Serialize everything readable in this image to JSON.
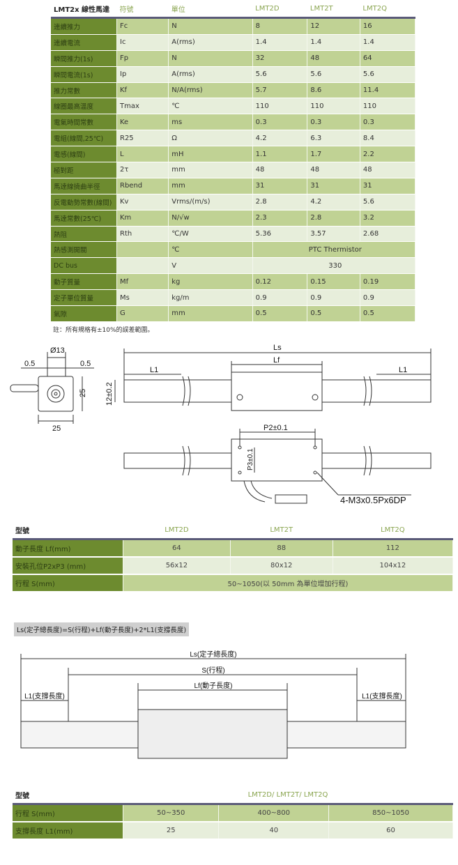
{
  "spec_table": {
    "headers": [
      "LMT2x 線性馬達",
      "符號",
      "單位",
      "LMT2D",
      "LMT2T",
      "LMT2Q"
    ],
    "rows": [
      [
        "連續推力",
        "Fc",
        "N",
        "8",
        "12",
        "16"
      ],
      [
        "連續電流",
        "Ic",
        "A(rms)",
        "1.4",
        "1.4",
        "1.4"
      ],
      [
        "瞬間推力(1s)",
        "Fp",
        "N",
        "32",
        "48",
        "64"
      ],
      [
        "瞬間電流(1s)",
        "Ip",
        "A(rms)",
        "5.6",
        "5.6",
        "5.6"
      ],
      [
        "推力常數",
        "Kf",
        "N/A(rms)",
        "5.7",
        "8.6",
        "11.4"
      ],
      [
        "線圈最高溫度",
        "Tmax",
        "℃",
        "110",
        "110",
        "110"
      ],
      [
        "電氣時間常數",
        "Ke",
        "ms",
        "0.3",
        "0.3",
        "0.3"
      ],
      [
        "電組(線間,25℃)",
        "R25",
        "Ω",
        "4.2",
        "6.3",
        "8.4"
      ],
      [
        "電感(線間)",
        "L",
        "mH",
        "1.1",
        "1.7",
        "2.2"
      ],
      [
        "極對距",
        "2τ",
        "mm",
        "48",
        "48",
        "48"
      ],
      [
        "馬達線撓曲半徑",
        "Rbend",
        "mm",
        "31",
        "31",
        "31"
      ],
      [
        "反電動勢常數(線間)",
        "Kv",
        "Vrms/(m/s)",
        "2.8",
        "4.2",
        "5.6"
      ],
      [
        "馬達常數(25℃)",
        "Km",
        "N/√w",
        "2.3",
        "2.8",
        "3.2"
      ],
      [
        "熱阻",
        "Rth",
        "℃/W",
        "5.36",
        "3.57",
        "2.68"
      ],
      [
        "熱感測開關",
        "",
        "℃",
        "PTC Thermistor"
      ],
      [
        "DC bus",
        "",
        "V",
        "330"
      ],
      [
        "動子質量",
        "Mf",
        "kg",
        "0.12",
        "0.15",
        "0.19"
      ],
      [
        "定子單位質量",
        "Ms",
        "kg/m",
        "0.9",
        "0.9",
        "0.9"
      ],
      [
        "氣隙",
        "G",
        "mm",
        "0.5",
        "0.5",
        "0.5"
      ]
    ],
    "note": "註：所有規格有±10%的誤差範圍。"
  },
  "drawing1": {
    "d13": "Ø13",
    "gap_l": "0.5",
    "gap_r": "0.5",
    "h25": "25",
    "w25": "25",
    "h12": "12±0.2",
    "ls": "Ls",
    "lf": "Lf",
    "l1a": "L1",
    "l1b": "L1",
    "p2": "P2±0.1",
    "p3": "P3±0.1",
    "screw": "4-M3x0.5Px6DP"
  },
  "model_table": {
    "headers": [
      "型號",
      "LMT2D",
      "LMT2T",
      "LMT2Q"
    ],
    "rows": [
      [
        "動子長度 Lf(mm)",
        "64",
        "88",
        "112"
      ],
      [
        "安裝孔位P2xP3 (mm)",
        "56x12",
        "80x12",
        "104x12"
      ],
      [
        "行程 S(mm)",
        "50~1050(以 50mm 為單位增加行程)"
      ]
    ]
  },
  "formula": "Ls(定子總長度)=S(行程)+Lf(動子長度)+2*L1(支撐長度)",
  "drawing2": {
    "ls": "Ls(定子總長度)",
    "s": "S(行程)",
    "lf": "Lf(動子長度)",
    "l1l": "L1(支撐長度)",
    "l1r": "L1(支撐長度)"
  },
  "stroke_table": {
    "headers": [
      "型號",
      "LMT2D/ LMT2T/ LMT2Q"
    ],
    "rows": [
      [
        "行程 S(mm)",
        "50~350",
        "400~800",
        "850~1050"
      ],
      [
        "支撐長度 L1(mm)",
        "25",
        "40",
        "60"
      ]
    ]
  }
}
